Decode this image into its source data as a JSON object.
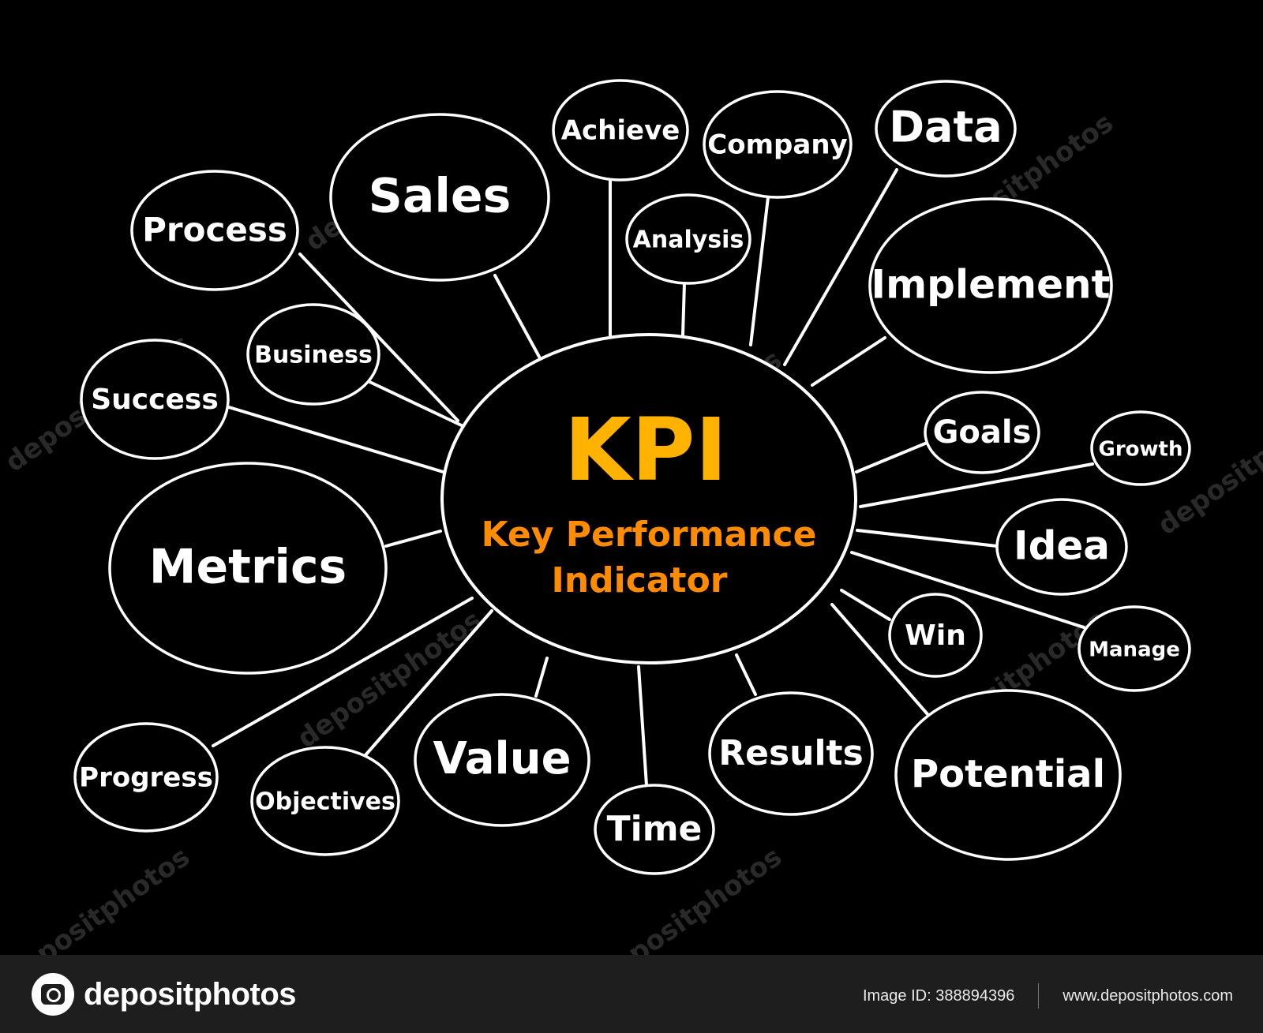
{
  "center": {
    "title": "KPI",
    "subtitle_line1": "Key Performance",
    "subtitle_line2": "Indicator"
  },
  "colors": {
    "background": "#000000",
    "outline": "#ffffff",
    "accent_title": "#ffb300",
    "accent_subtitle": "#ff8c00",
    "footer": "#1e1e1e"
  },
  "nodes": [
    {
      "id": "process",
      "label": "Process"
    },
    {
      "id": "sales",
      "label": "Sales"
    },
    {
      "id": "achieve",
      "label": "Achieve"
    },
    {
      "id": "company",
      "label": "Company"
    },
    {
      "id": "data",
      "label": "Data"
    },
    {
      "id": "analysis",
      "label": "Analysis"
    },
    {
      "id": "implement",
      "label": "Implement"
    },
    {
      "id": "business",
      "label": "Business"
    },
    {
      "id": "success",
      "label": "Success"
    },
    {
      "id": "goals",
      "label": "Goals"
    },
    {
      "id": "growth",
      "label": "Growth"
    },
    {
      "id": "metrics",
      "label": "Metrics"
    },
    {
      "id": "idea",
      "label": "Idea"
    },
    {
      "id": "win",
      "label": "Win"
    },
    {
      "id": "manage",
      "label": "Manage"
    },
    {
      "id": "progress",
      "label": "Progress"
    },
    {
      "id": "objectives",
      "label": "Objectives"
    },
    {
      "id": "value",
      "label": "Value"
    },
    {
      "id": "time",
      "label": "Time"
    },
    {
      "id": "results",
      "label": "Results"
    },
    {
      "id": "potential",
      "label": "Potential"
    }
  ],
  "watermark": {
    "text": "depositphotos"
  },
  "footer": {
    "brand": "depositphotos",
    "image_id": "Image ID: 388894396",
    "site": "www.depositphotos.com"
  }
}
